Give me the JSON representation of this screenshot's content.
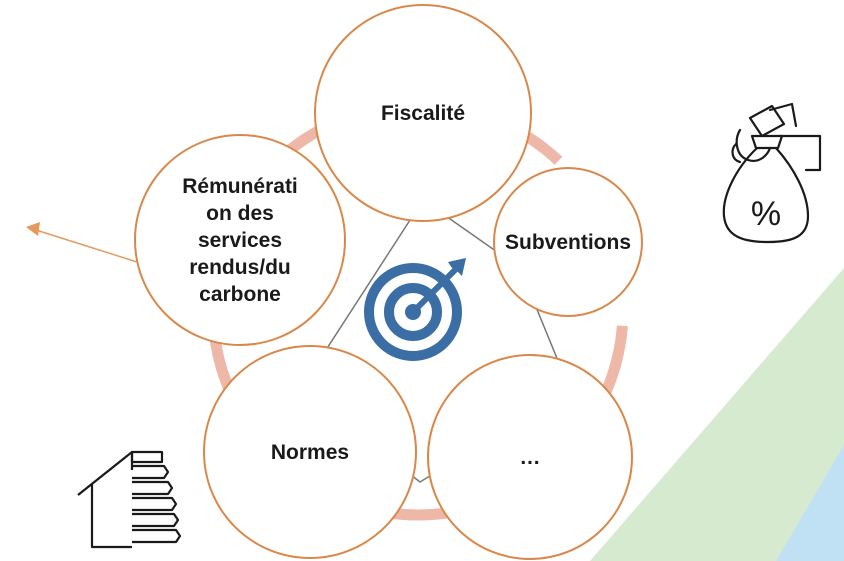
{
  "diagram": {
    "center_icon": "target-arrow-icon",
    "nodes": [
      {
        "id": "fiscalite",
        "label": "Fiscalité"
      },
      {
        "id": "subventions",
        "label": "Subventions"
      },
      {
        "id": "ellipsis",
        "label": "…"
      },
      {
        "id": "normes",
        "label": "Normes"
      },
      {
        "id": "remuneration",
        "label": "Rémunérati\non des\nservices\nrendus/du\ncarbone"
      }
    ]
  },
  "decorations": {
    "left_arrow_icon": "arrow-left-icon",
    "money_bag_icon": "money-bag-percent-icon",
    "money_bag_text": "%",
    "house_icon": "house-energy-label-icon"
  },
  "colors": {
    "circle_border": "#d9884a",
    "connector": "#eeb8a8",
    "target": "#3a6ea5",
    "arrow": "#e59a5b",
    "stripe_green": "#d6ead0",
    "stripe_blue": "#bfe1f3"
  }
}
